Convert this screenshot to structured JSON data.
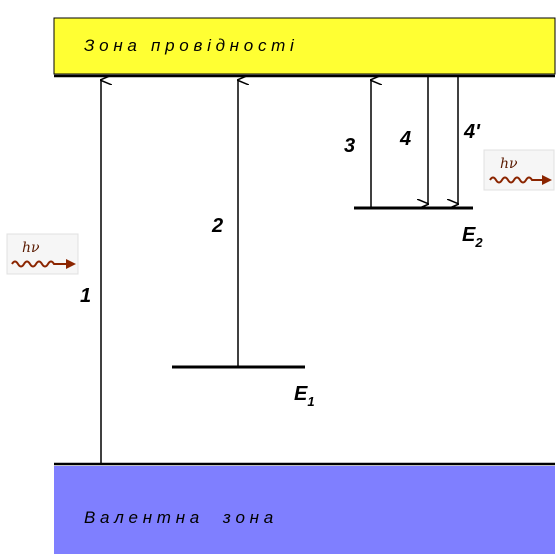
{
  "bands": {
    "conduction": {
      "label": "З о н а   п р о в і д н о с т і",
      "color": "#ffff33"
    },
    "valence": {
      "label": "В а л е н т н а     з о н а",
      "color": "#7f7fff"
    }
  },
  "levels": [
    {
      "id": "E1",
      "base": "E",
      "sub": "1"
    },
    {
      "id": "E2",
      "base": "E",
      "sub": "2"
    }
  ],
  "transitions": [
    {
      "id": "1",
      "label": "1",
      "direction": "up",
      "from": "valence",
      "to": "conduction"
    },
    {
      "id": "2",
      "label": "2",
      "direction": "up",
      "from": "E1",
      "to": "conduction"
    },
    {
      "id": "3",
      "label": "3",
      "direction": "up",
      "from": "E2",
      "to": "conduction"
    },
    {
      "id": "4",
      "label": "4",
      "direction": "down",
      "from": "conduction",
      "to": "E2"
    },
    {
      "id": "4p",
      "label": "4'",
      "direction": "down",
      "from": "conduction",
      "to": "E2"
    }
  ],
  "photons": [
    {
      "id": "absorbed",
      "label": "hν",
      "icon": "wavy-arrow-icon",
      "color": "#8b2500"
    },
    {
      "id": "emitted",
      "label": "hν",
      "icon": "wavy-arrow-icon",
      "color": "#8b2500"
    }
  ]
}
